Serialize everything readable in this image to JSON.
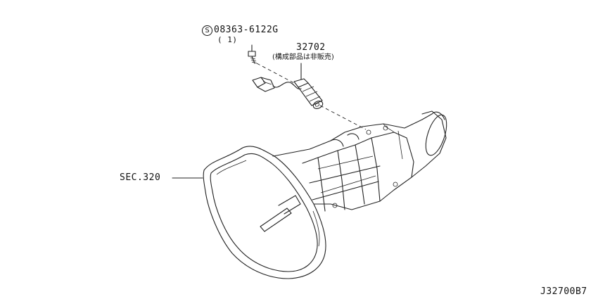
{
  "callouts": {
    "bolt": {
      "symbol": "S",
      "part_number": "08363-6122G",
      "quantity": "( 1)"
    },
    "sensor": {
      "part_number": "32702",
      "note": "(構成部品は非販売)"
    },
    "transmission": {
      "reference": "SEC.320"
    }
  },
  "diagram_code": "J32700B7"
}
